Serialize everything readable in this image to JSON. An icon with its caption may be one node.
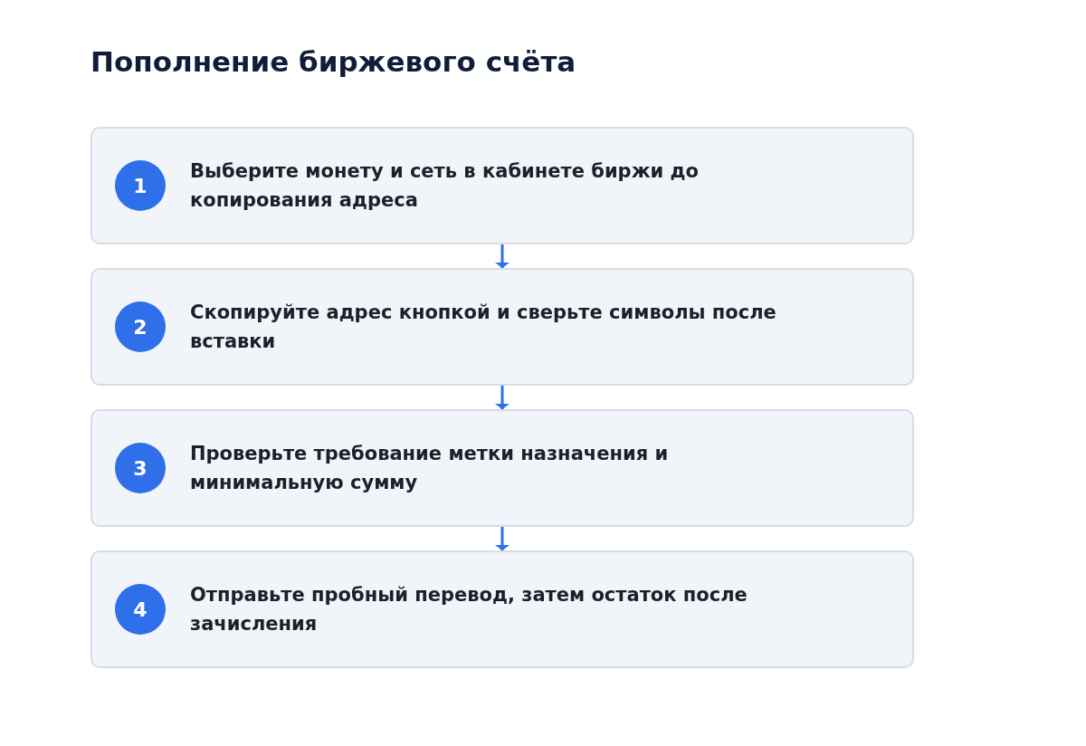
{
  "diagram": {
    "title": "Пополнение биржевого счёта",
    "nodes": [
      {
        "text": [
          "1",
          "Выберите монету и сеть в кабинете биржи до копирования адреса"
        ]
      },
      {
        "text": [
          "2",
          "Скопируйте адрес кнопкой и сверьте символы после вставки"
        ]
      },
      {
        "text": [
          "3",
          "Проверьте требование метки назначения и минимальную сумму"
        ]
      },
      {
        "text": [
          "4",
          "Отправьте пробный перевод, затем остаток после зачисления"
        ]
      }
    ],
    "edges": [
      {
        "from": 0,
        "to": 1,
        "arrow": "to"
      },
      {
        "from": 1,
        "to": 2,
        "arrow": "to"
      },
      {
        "from": 2,
        "to": 3,
        "arrow": "to"
      }
    ]
  }
}
